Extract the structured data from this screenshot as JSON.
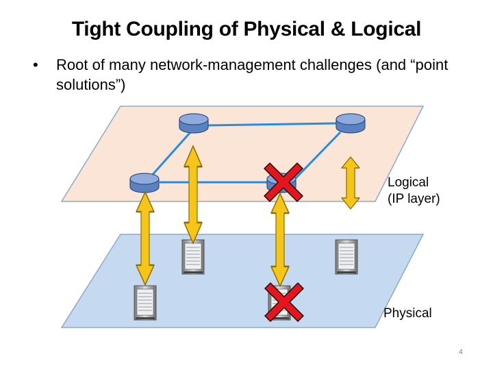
{
  "slide": {
    "title": "Tight Coupling of Physical & Logical",
    "bullet_marker": "•",
    "bullet_text": "Root of many network-management challenges (and “point solutions”)",
    "page_number": "4"
  },
  "diagram": {
    "layers": [
      {
        "name": "logical",
        "label_line1": "Logical",
        "label_line2": "(IP layer)",
        "fill": "#fbe5d6"
      },
      {
        "name": "physical",
        "label_line1": "Physical",
        "fill": "#c5d9f1"
      }
    ],
    "routers": [
      "router-top-left",
      "router-top-right",
      "router-bottom-left",
      "router-bottom-center"
    ],
    "servers": [
      "server-back-left",
      "server-back-right",
      "server-front-left",
      "server-front-center"
    ],
    "failure_marks": [
      "logical-link-failure",
      "physical-link-failure"
    ],
    "colors": {
      "link": "#1f8ee8",
      "router": "#5b82c0",
      "arrow": "#f5c518",
      "failure": "#e8141c"
    }
  }
}
